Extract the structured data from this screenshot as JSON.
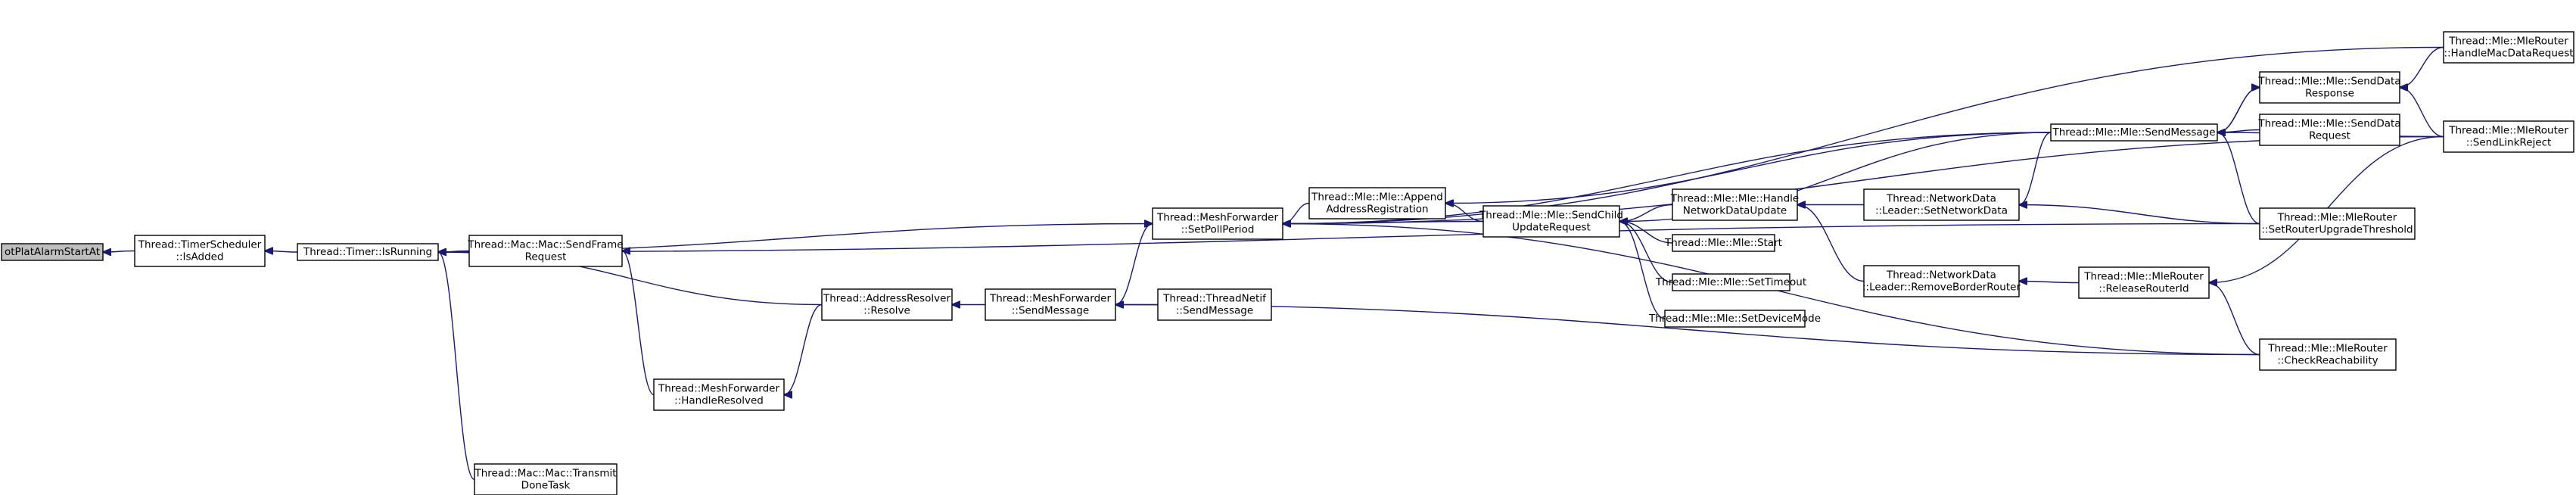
{
  "graph": {
    "type": "call-graph",
    "root": "n0",
    "nodes": [
      {
        "id": "n0",
        "lines": [
          "otPlatAlarmStartAt"
        ]
      },
      {
        "id": "n1",
        "lines": [
          "Thread::TimerScheduler",
          "::IsAdded"
        ]
      },
      {
        "id": "n2",
        "lines": [
          "Thread::Timer::IsRunning"
        ]
      },
      {
        "id": "n3",
        "lines": [
          "Thread::Mac::Mac::SendFrame",
          "Request"
        ]
      },
      {
        "id": "n4",
        "lines": [
          "Thread::Mac::Mac::Transmit",
          "DoneTask"
        ]
      },
      {
        "id": "n5",
        "lines": [
          "Thread::MeshForwarder",
          "::HandleResolved"
        ]
      },
      {
        "id": "n6",
        "lines": [
          "Thread::AddressResolver",
          "::Resolve"
        ]
      },
      {
        "id": "n7",
        "lines": [
          "Thread::MeshForwarder",
          "::SendMessage"
        ]
      },
      {
        "id": "n8",
        "lines": [
          "Thread::ThreadNetif",
          "::SendMessage"
        ]
      },
      {
        "id": "n9",
        "lines": [
          "Thread::MeshForwarder",
          "::SetPollPeriod"
        ]
      },
      {
        "id": "n10",
        "lines": [
          "Thread::Mle::Mle::Append",
          "AddressRegistration"
        ]
      },
      {
        "id": "n11",
        "lines": [
          "Thread::Mle::Mle::SendChild",
          "UpdateRequest"
        ]
      },
      {
        "id": "n12",
        "lines": [
          "Thread::Mle::Mle::Handle",
          "NetworkDataUpdate"
        ]
      },
      {
        "id": "n13",
        "lines": [
          "Thread::Mle::Mle::Start"
        ]
      },
      {
        "id": "n14",
        "lines": [
          "Thread::Mle::Mle::SetTimeout"
        ]
      },
      {
        "id": "n15",
        "lines": [
          "Thread::Mle::Mle::SetDeviceMode"
        ]
      },
      {
        "id": "n16",
        "lines": [
          "Thread::NetworkData",
          "::Leader::SetNetworkData"
        ]
      },
      {
        "id": "n17",
        "lines": [
          "Thread::NetworkData",
          "::Leader::RemoveBorderRouter"
        ]
      },
      {
        "id": "n18",
        "lines": [
          "Thread::Mle::MleRouter",
          "::ReleaseRouterId"
        ]
      },
      {
        "id": "n19",
        "lines": [
          "Thread::Mle::Mle::SendMessage"
        ]
      },
      {
        "id": "n20",
        "lines": [
          "Thread::Mle::Mle::SendData",
          "Response"
        ]
      },
      {
        "id": "n21",
        "lines": [
          "Thread::Mle::Mle::SendData",
          "Request"
        ]
      },
      {
        "id": "n22",
        "lines": [
          "Thread::Mle::MleRouter",
          "::SetRouterUpgradeThreshold"
        ]
      },
      {
        "id": "n23",
        "lines": [
          "Thread::Mle::MleRouter",
          "::CheckReachability"
        ]
      },
      {
        "id": "n24",
        "lines": [
          "Thread::Mle::MleRouter",
          "::HandleMacDataRequest"
        ]
      },
      {
        "id": "n25",
        "lines": [
          "Thread::Mle::MleRouter",
          "::SendLinkReject"
        ]
      }
    ],
    "edges": [
      {
        "from": "n1",
        "to": "n0"
      },
      {
        "from": "n2",
        "to": "n1"
      },
      {
        "from": "n3",
        "to": "n2"
      },
      {
        "from": "n4",
        "to": "n2"
      },
      {
        "from": "n6",
        "to": "n2"
      },
      {
        "from": "n9",
        "to": "n2"
      },
      {
        "from": "n22",
        "to": "n2"
      },
      {
        "from": "n5",
        "to": "n3"
      },
      {
        "from": "n6",
        "to": "n5"
      },
      {
        "from": "n7",
        "to": "n6"
      },
      {
        "from": "n8",
        "to": "n7"
      },
      {
        "from": "n23",
        "to": "n7"
      },
      {
        "from": "n7",
        "to": "n9"
      },
      {
        "from": "n10",
        "to": "n9"
      },
      {
        "from": "n11",
        "to": "n9"
      },
      {
        "from": "n19",
        "to": "n9"
      },
      {
        "from": "n24",
        "to": "n9"
      },
      {
        "from": "n25",
        "to": "n9"
      },
      {
        "from": "n23",
        "to": "n9"
      },
      {
        "from": "n11",
        "to": "n10"
      },
      {
        "from": "n19",
        "to": "n10"
      },
      {
        "from": "n12",
        "to": "n11"
      },
      {
        "from": "n13",
        "to": "n11"
      },
      {
        "from": "n14",
        "to": "n11"
      },
      {
        "from": "n15",
        "to": "n11"
      },
      {
        "from": "n19",
        "to": "n11"
      },
      {
        "from": "n16",
        "to": "n12"
      },
      {
        "from": "n17",
        "to": "n12"
      },
      {
        "from": "n19",
        "to": "n16"
      },
      {
        "from": "n22",
        "to": "n16"
      },
      {
        "from": "n18",
        "to": "n17"
      },
      {
        "from": "n23",
        "to": "n18"
      },
      {
        "from": "n25",
        "to": "n18"
      },
      {
        "from": "n20",
        "to": "n19"
      },
      {
        "from": "n21",
        "to": "n19"
      },
      {
        "from": "n22",
        "to": "n19"
      },
      {
        "from": "n25",
        "to": "n19"
      },
      {
        "from": "n19",
        "to": "n20"
      },
      {
        "from": "n24",
        "to": "n20"
      },
      {
        "from": "n25",
        "to": "n20"
      }
    ]
  }
}
